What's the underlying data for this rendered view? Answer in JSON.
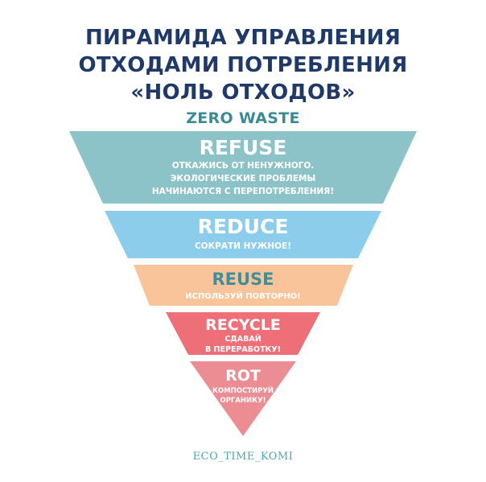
{
  "title": {
    "line1": "ПИРАМИДА УПРАВЛЕНИЯ",
    "line2": "ОТХОДАМИ ПОТРЕБЛЕНИЯ",
    "line3": "«НОЛЬ ОТХОДОВ»"
  },
  "subtitle": "ZERO WASTE",
  "levels": [
    {
      "name": "REFUSE",
      "desc": [
        "ОТКАЖИСЬ ОТ НЕНУЖНОГО.",
        "ЭКОЛОГИЧЕСКИЕ ПРОБЛЕМЫ",
        "НАЧИНАЮТСЯ С ПЕРЕПОТРЕБЛЕНИЯ!"
      ],
      "color": "#8cc3c8",
      "title_color": "#ffffff"
    },
    {
      "name": "REDUCE",
      "desc": [
        "СОКРАТИ НУЖНОЕ!"
      ],
      "color": "#8ccdeb",
      "title_color": "#ffffff"
    },
    {
      "name": "REUSE",
      "desc": [
        "ИСПОЛЬЗУЙ ПОВТОРНО!"
      ],
      "color": "#f9c49a",
      "title_color": "#3f8f98"
    },
    {
      "name": "RECYCLE",
      "desc": [
        "СДАВАЙ",
        "В ПЕРЕРАБОТКУ!"
      ],
      "color": "#ef6f78",
      "title_color": "#ffffff"
    },
    {
      "name": "ROT",
      "desc": [
        "КОМПОСТИРУЙ",
        "ОРГАНИКУ!"
      ],
      "color": "#ec8d93",
      "title_color": "#ffffff"
    }
  ],
  "footer": "ECO_TIME_KOMI"
}
